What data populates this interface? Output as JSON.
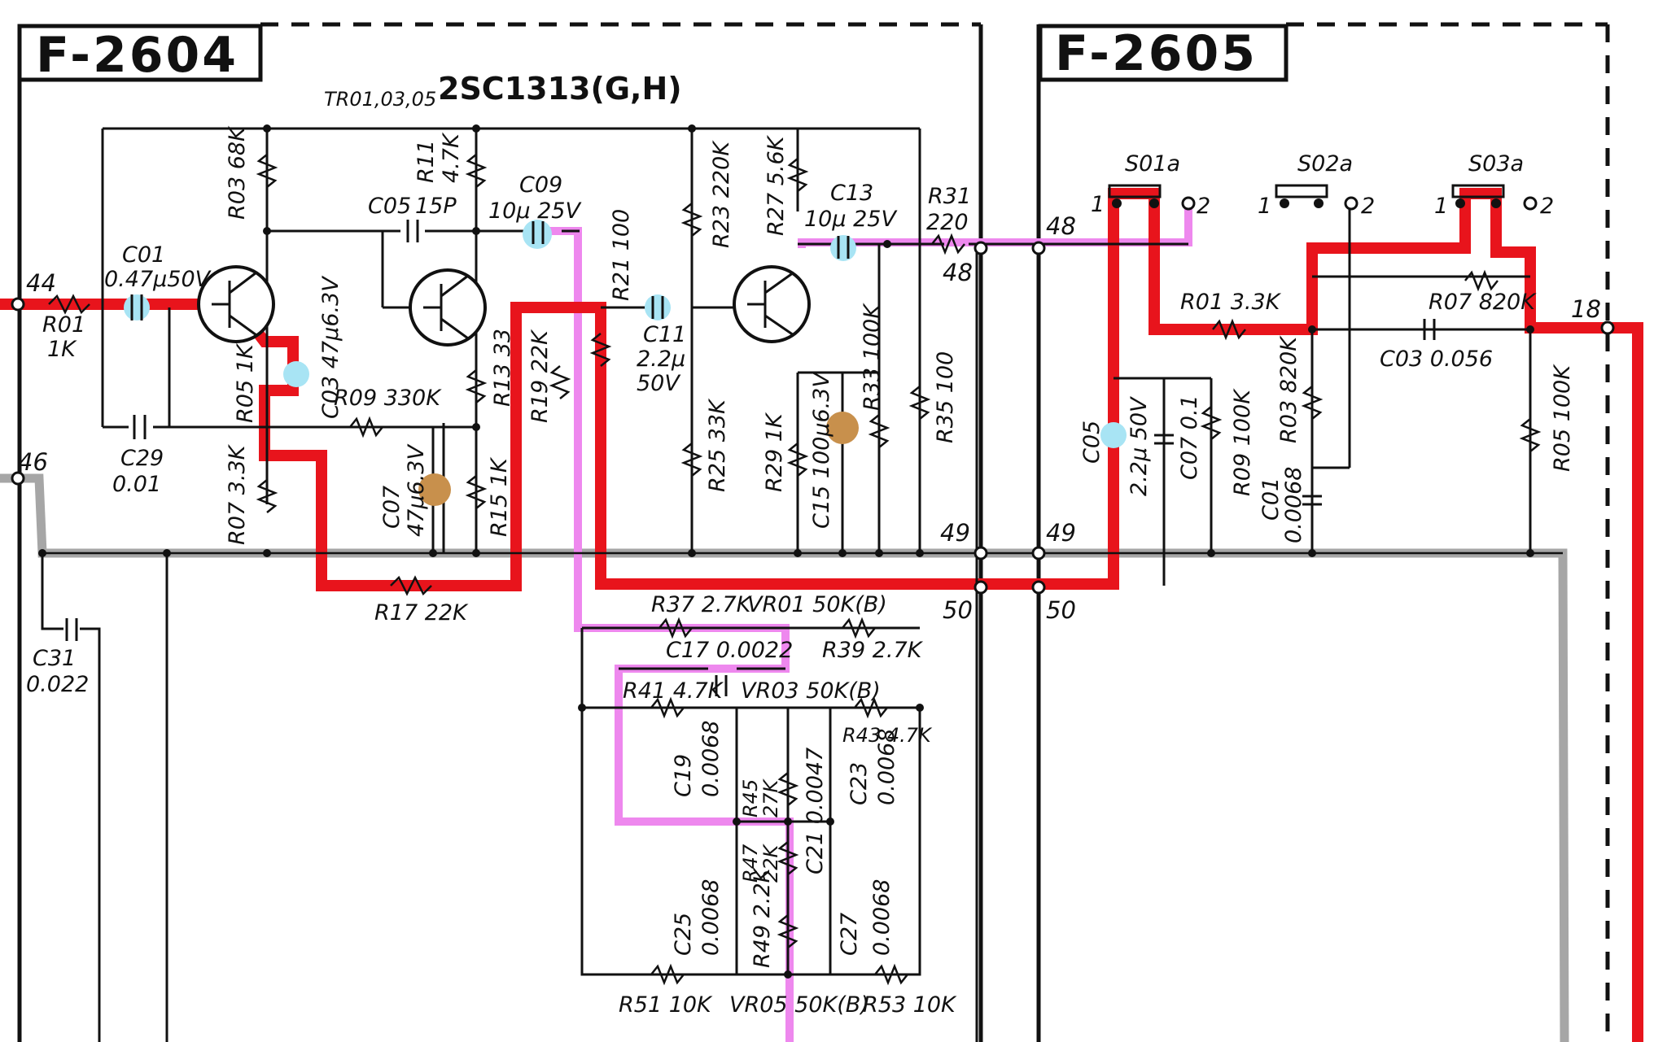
{
  "boards": {
    "left": "F-2604",
    "right": "F-2605"
  },
  "transistor_note": {
    "ref": "TR01,03,05",
    "part": "2SC1313(G,H)"
  },
  "left_components": [
    "R01",
    "1K",
    "C01",
    "0.47μ50V",
    "R03 68K",
    "R05 1K",
    "C03 47μ6.3V",
    "R07 3.3K",
    "C29",
    "0.01",
    "C05",
    "15P",
    "R11",
    "4.7K",
    "C09",
    "10μ 25V",
    "R09 330K",
    "R13 33",
    "C07",
    "47μ6.3V",
    "R15 1K",
    "R17 22K",
    "R19 22K",
    "R21 100",
    "C11",
    "2.2μ",
    "50V",
    "R23 220K",
    "R27 5.6K",
    "C13",
    "10μ 25V",
    "R31",
    "220",
    "R25 33K",
    "R29 1K",
    "C15 100μ6.3V",
    "R33 100K",
    "R35 100",
    "C31",
    "0.022"
  ],
  "tone_components": [
    "R37 2.7K",
    "VR01 50K(B)",
    "R39 2.7K",
    "C17 0.0022",
    "R41 4.7K",
    "VR03 50K(B)",
    "R43 4.7K",
    "C19",
    "0.0068",
    "R45",
    "27K",
    "C21 0.0047",
    "C23",
    "0.0068",
    "R47",
    "22K",
    "C25",
    "0.0068",
    "R49 2.2K",
    "C27",
    "0.0068",
    "R51 10K",
    "VR05 50K(B)",
    "R53 10K"
  ],
  "right_components": [
    "S01a",
    "S02a",
    "S03a",
    "1",
    "2",
    "R01 3.3K",
    "R07 820K",
    "C03 0.056",
    "R03 820K",
    "C05",
    "2.2μ 50V",
    "C07 0.1",
    "R09 100K",
    "C01",
    "0.0068",
    "R05 100K"
  ],
  "terminals": [
    "44",
    "46",
    "48",
    "49",
    "50",
    "18"
  ],
  "trace_colors": {
    "main_signal": "#e8141c",
    "feedback": "#ee88ee",
    "ground": "#a6a6a6",
    "coupling_highlight": "#a8e4f4",
    "electrolytic_highlight": "#c8904c"
  }
}
